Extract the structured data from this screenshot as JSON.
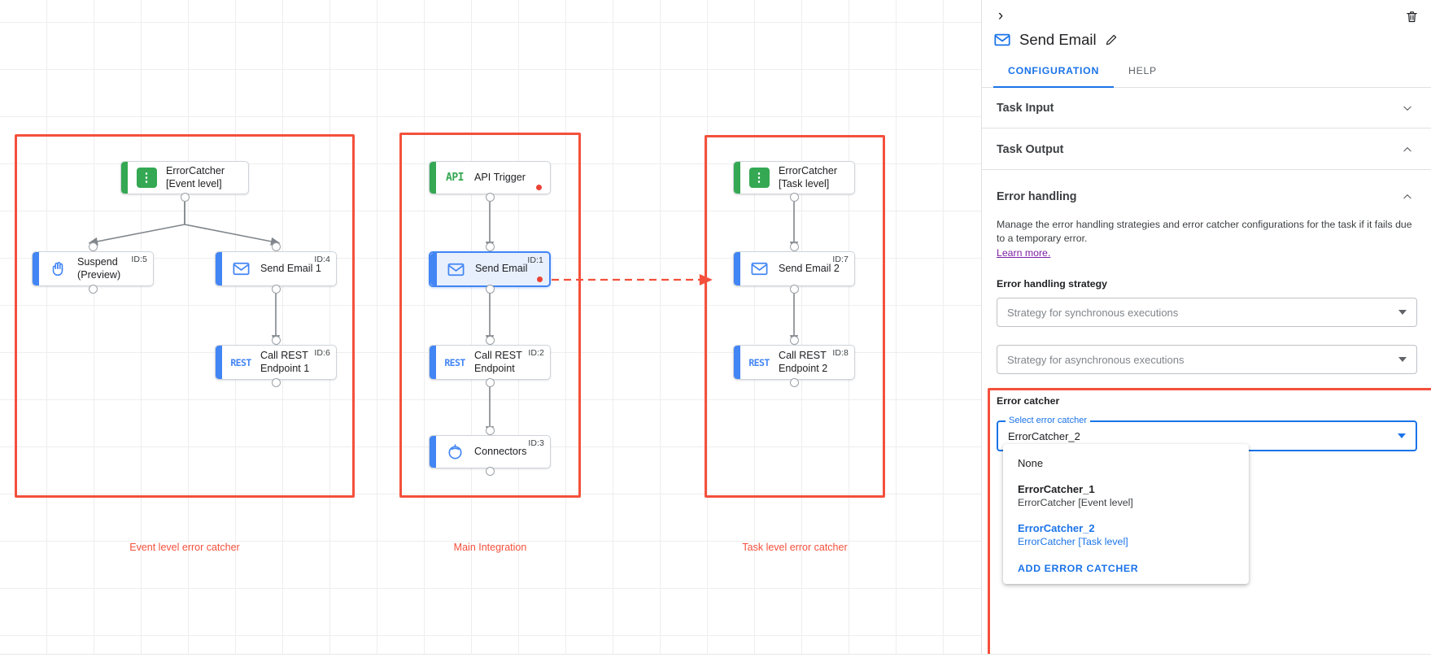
{
  "canvas": {
    "groups": [
      {
        "caption": "Event level error catcher"
      },
      {
        "caption": "Main Integration"
      },
      {
        "caption": "Task level error catcher"
      }
    ],
    "nodes": [
      {
        "label": "ErrorCatcher\n[Event level]",
        "id_badge": "",
        "icon": "error-catcher-icon"
      },
      {
        "label": "Suspend\n(Preview)",
        "id_badge": "ID:5",
        "icon": "suspend-hand-icon"
      },
      {
        "label": "Send Email 1",
        "id_badge": "ID:4",
        "icon": "email-icon"
      },
      {
        "label": "Call REST\nEndpoint 1",
        "id_badge": "ID:6",
        "icon": "rest-icon"
      },
      {
        "label": "API Trigger",
        "id_badge": "",
        "icon": "api-icon"
      },
      {
        "label": "Send Email",
        "id_badge": "ID:1",
        "icon": "email-icon"
      },
      {
        "label": "Call REST\nEndpoint",
        "id_badge": "ID:2",
        "icon": "rest-icon"
      },
      {
        "label": "Connectors",
        "id_badge": "ID:3",
        "icon": "connectors-icon"
      },
      {
        "label": "ErrorCatcher\n[Task level]",
        "id_badge": "",
        "icon": "error-catcher-icon"
      },
      {
        "label": "Send Email 2",
        "id_badge": "ID:7",
        "icon": "email-icon"
      },
      {
        "label": "Call REST\nEndpoint 2",
        "id_badge": "ID:8",
        "icon": "rest-icon"
      }
    ],
    "glyphs": {
      "api": "API",
      "rest": "REST",
      "error_catcher": "⋮"
    }
  },
  "panel": {
    "title": "Send Email",
    "tabs": [
      {
        "label": "CONFIGURATION",
        "active": true
      },
      {
        "label": "HELP",
        "active": false
      }
    ],
    "sections": [
      {
        "title": "Task Input",
        "expanded": false
      },
      {
        "title": "Task Output",
        "expanded": true
      },
      {
        "title": "Error handling",
        "expanded": true
      }
    ],
    "error_handling": {
      "description": "Manage the error handling strategies and error catcher configurations for the task if it fails due to a temporary error.",
      "learn_more": "Learn more.",
      "strategy_label": "Error handling strategy",
      "sync_placeholder": "Strategy for synchronous executions",
      "async_placeholder": "Strategy for asynchronous executions",
      "error_catcher_label": "Error catcher",
      "select_float_label": "Select error catcher",
      "select_value": "ErrorCatcher_2",
      "dropdown": {
        "items": [
          {
            "main": "None",
            "sub": "",
            "selected": false,
            "bold": false
          },
          {
            "main": "ErrorCatcher_1",
            "sub": "ErrorCatcher [Event level]",
            "selected": false,
            "bold": true
          },
          {
            "main": "ErrorCatcher_2",
            "sub": "ErrorCatcher [Task level]",
            "selected": true,
            "bold": true
          }
        ],
        "action": "ADD ERROR CATCHER"
      }
    }
  },
  "colors": {
    "accent_blue": "#1a73e8",
    "highlight_red": "#f4503c",
    "green": "#34a853",
    "error_red": "#ea4335",
    "link_purple": "#7b1fa2"
  }
}
